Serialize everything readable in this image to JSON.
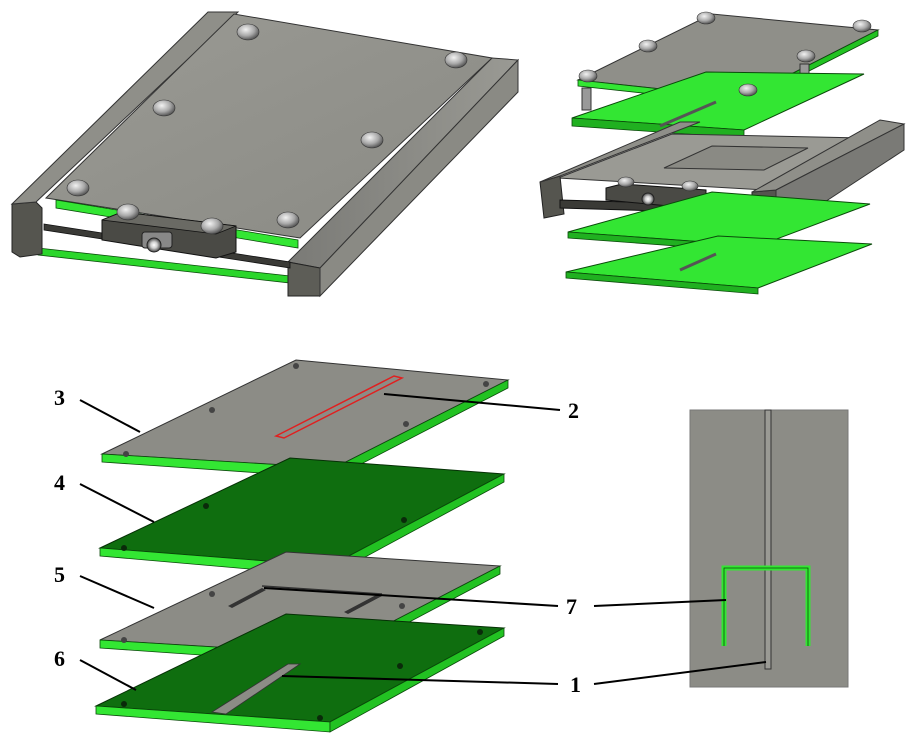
{
  "labels": {
    "l1": "1",
    "l2": "2",
    "l3": "3",
    "l4": "4",
    "l5": "5",
    "l6": "6",
    "l7": "7"
  },
  "colors": {
    "pcb_edge_green": "#33e633",
    "pcb_dark_green": "#0f6e0f",
    "metal_gray": "#8c8c86",
    "metal_dark": "#55554f",
    "leader_line": "#000000",
    "slot_outline_red": "#e02020"
  }
}
